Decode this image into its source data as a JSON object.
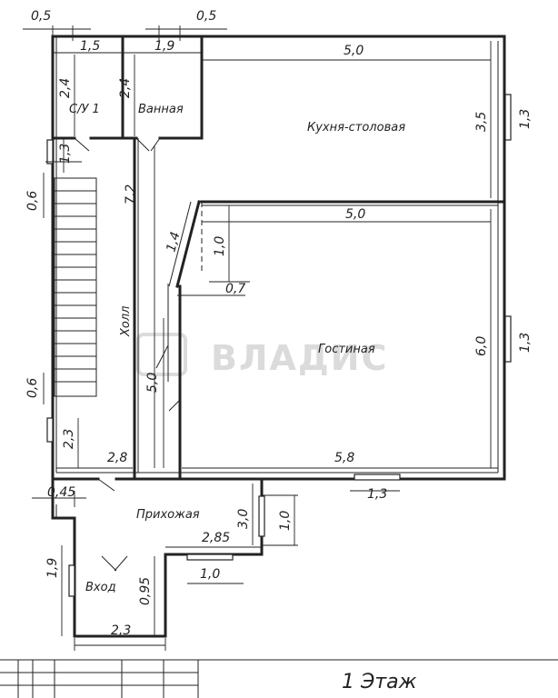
{
  "rooms": {
    "wc": "С/У 1",
    "bath": "Ванная",
    "kitchen": "Кухня-столовая",
    "hall": "Холл",
    "living": "Гостиная",
    "entry_hall": "Прихожая",
    "entrance": "Вход"
  },
  "dimensions": {
    "top_left_05": "0,5",
    "top_mid_05": "0,5",
    "wc_width": "1,5",
    "bath_width": "1,9",
    "kitchen_width": "5,0",
    "wc_height": "2,4",
    "bath_height": "2,4",
    "kitchen_height": "3,5",
    "kitchen_window": "1,3",
    "left_window_top": "1,3",
    "stair_top_offset": "0,6",
    "hall_length": "7,2",
    "living_width_top": "5,0",
    "partition_14": "1,4",
    "partition_10": "1,0",
    "partition_07": "0,7",
    "living_height": "6,0",
    "living_window_right": "1,3",
    "stair_bottom_offset": "0,6",
    "hall_lower": "5,0",
    "left_lower": "2,3",
    "hall_width": "2,8",
    "living_width_bottom": "5,8",
    "bottom_window": "1,3",
    "entry_offset": "0,45",
    "entry_height": "3,0",
    "entry_window": "1,0",
    "entry_width": "2,85",
    "entry_bottom_window": "1,0",
    "vestibule_height": "1,9",
    "vestibule_depth": "0,95",
    "vestibule_width": "2,3"
  },
  "title_block": {
    "floor": "1 Этаж"
  },
  "watermark": "ВЛАДИС"
}
